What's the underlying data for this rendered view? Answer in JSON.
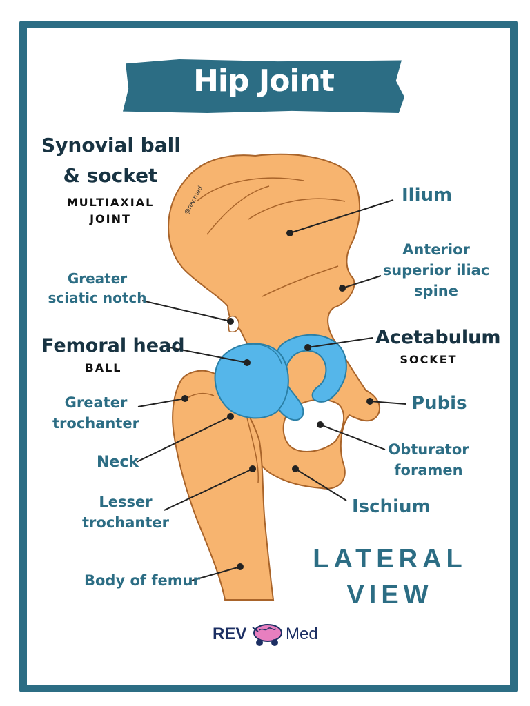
{
  "title": "Hip Joint",
  "classification": {
    "type_line1": "Synovial ball",
    "type_line2": "& socket",
    "subtype_line1": "MULTIAXIAL",
    "subtype_line2": "JOINT"
  },
  "watermark": "@rev.med",
  "labels": {
    "ilium": "Ilium",
    "asis_line1": "Anterior",
    "asis_line2": "superior iliac",
    "asis_line3": "spine",
    "sciatic_line1": "Greater",
    "sciatic_line2": "sciatic notch",
    "femoral_head": "Femoral head",
    "femoral_head_sub": "BALL",
    "acetabulum": "Acetabulum",
    "acetabulum_sub": "SOCKET",
    "greater_troch_line1": "Greater",
    "greater_troch_line2": "trochanter",
    "pubis": "Pubis",
    "neck": "Neck",
    "obturator_line1": "Obturator",
    "obturator_line2": "foramen",
    "lesser_troch_line1": "Lesser",
    "lesser_troch_line2": "trochanter",
    "ischium": "Ischium",
    "body_of_femur": "Body of femur"
  },
  "view": {
    "line1": "LATERAL",
    "line2": "VIEW"
  },
  "brand": {
    "left": "REV",
    "right": "Med"
  },
  "colors": {
    "frame": "#2c6d84",
    "bone": "#f7b46f",
    "bone_outline": "#a9642a",
    "cartilage": "#55b6ea",
    "label_teal": "#2c6d84",
    "label_dark": "#183342"
  }
}
